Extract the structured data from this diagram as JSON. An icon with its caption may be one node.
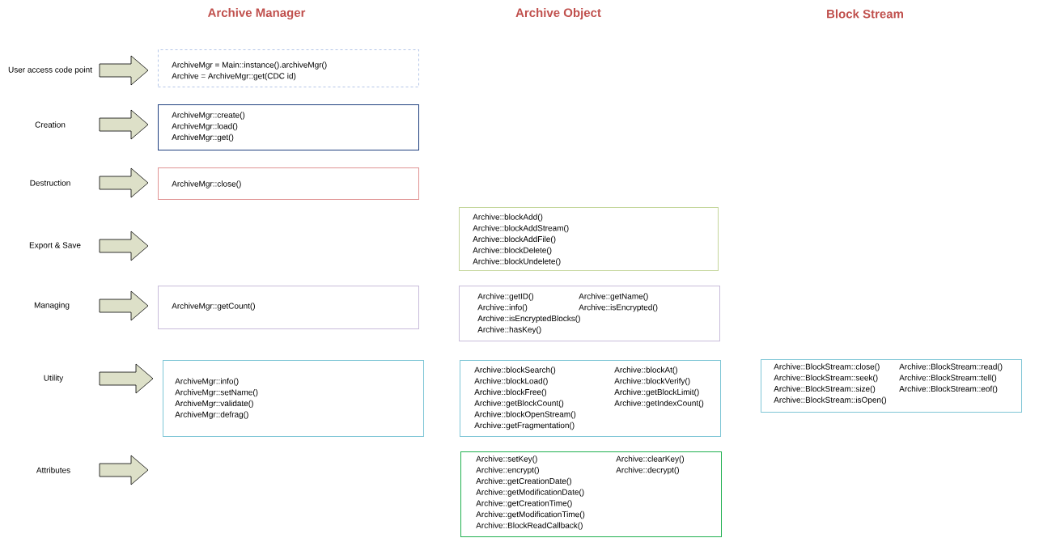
{
  "diagram": {
    "nodes": [
      {
        "text": [
          "User access code point"
        ]
      },
      {
        "text": [
          "Creation"
        ]
      },
      {
        "text": [
          "Destruction"
        ]
      },
      {
        "text": [
          "Export & Save"
        ]
      },
      {
        "text": [
          "Managing"
        ]
      },
      {
        "text": [
          "Utility"
        ]
      },
      {
        "text": [
          "Attributes"
        ]
      },
      {
        "text": [
          "ArchiveMgr = Main::instance().archiveMgr()",
          "Archive = ArchiveMgr::get(CDC id)"
        ]
      },
      {
        "text": [
          "ArchiveMgr::create()",
          "ArchiveMgr::load()",
          "ArchiveMgr::get()"
        ]
      },
      {
        "text": [
          "ArchiveMgr::close()"
        ]
      },
      {
        "text": [
          "Archive::blockAdd()",
          "Archive::blockAddStream()",
          "Archive::blockAddFile()",
          "Archive::blockDelete()",
          "Archive::blockUndelete()"
        ]
      },
      {
        "text": [
          "ArchiveMgr::getCount()"
        ]
      },
      {
        "text": [
          "Archive::getID()",
          "Archive::info()",
          "Archive::isEncryptedBlocks()",
          "Archive::hasKey()",
          "Archive::getName()",
          "Archive::isEncrypted()"
        ]
      },
      {
        "text": [
          "ArchiveMgr::info()",
          "ArchiveMgr::setName()",
          "ArchiveMgr::validate()",
          "ArchiveMgr::defrag()"
        ]
      },
      {
        "text": [
          "Archive::blockSearch()",
          "Archive::blockLoad()",
          "Archive::blockFree()",
          "Archive::getBlockCount()",
          "Archive::blockOpenStream()",
          "Archive::getFragmentation()",
          "Archive::blockAt()",
          "Archive::blockVerify()",
          "Archive::getBlockLimit()",
          "Archive::getIndexCount()"
        ]
      },
      {
        "text": [
          "Archive::BlockStream::close()",
          "Archive::BlockStream::seek()",
          "Archive::BlockStream::size()",
          "Archive::BlockStream::isOpen()",
          "Archive::BlockStream::read()",
          "Archive::BlockStream::tell()",
          "Archive::BlockStream::eof()"
        ]
      },
      {
        "text": [
          "Archive::setKey()",
          "Archive::encrypt()",
          "Archive::getCreationDate()",
          "Archive::getModificationDate()",
          "Archive::getCreationTime()",
          "Archive::getModificationTime()",
          "Archive::BlockReadCallback()",
          "Archive::clearKey()",
          "Archive::decrypt()"
        ]
      }
    ],
    "edges": [
      {
        "from": 0,
        "to": 7,
        "arrow": "to"
      },
      {
        "from": 1,
        "to": 8,
        "arrow": "to"
      },
      {
        "from": 2,
        "to": 9,
        "arrow": "to"
      },
      {
        "from": 3,
        "to": null,
        "arrow": "to"
      },
      {
        "from": 4,
        "to": 11,
        "arrow": "to"
      },
      {
        "from": 5,
        "to": 13,
        "arrow": "to"
      },
      {
        "from": 6,
        "to": null,
        "arrow": "to"
      }
    ],
    "labels": [
      "Archive Manager",
      "Archive Object",
      "Block Stream"
    ]
  }
}
